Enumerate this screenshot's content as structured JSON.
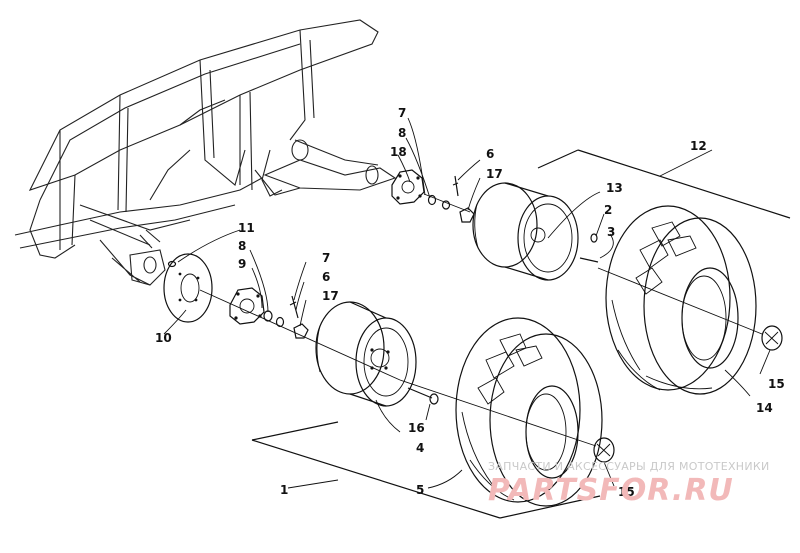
{
  "watermark": {
    "caption": "ЗАПЧАСТИ И АКСЕССУАРЫ ДЛЯ МОТОТЕХНИКИ",
    "brand": "PARTSFOR.RU"
  },
  "callouts": [
    {
      "id": "c1",
      "text": "1"
    },
    {
      "id": "c2",
      "text": "2"
    },
    {
      "id": "c3",
      "text": "3"
    },
    {
      "id": "c4",
      "text": "4"
    },
    {
      "id": "c5",
      "text": "5"
    },
    {
      "id": "c6a",
      "text": "6"
    },
    {
      "id": "c6b",
      "text": "6"
    },
    {
      "id": "c7a",
      "text": "7"
    },
    {
      "id": "c7b",
      "text": "7"
    },
    {
      "id": "c8a",
      "text": "8"
    },
    {
      "id": "c8b",
      "text": "8"
    },
    {
      "id": "c9",
      "text": "9"
    },
    {
      "id": "c10",
      "text": "10"
    },
    {
      "id": "c11",
      "text": "11"
    },
    {
      "id": "c12",
      "text": "12"
    },
    {
      "id": "c13",
      "text": "13"
    },
    {
      "id": "c14",
      "text": "14"
    },
    {
      "id": "c15a",
      "text": "15"
    },
    {
      "id": "c15b",
      "text": "15"
    },
    {
      "id": "c16",
      "text": "16"
    },
    {
      "id": "c17a",
      "text": "17"
    },
    {
      "id": "c17b",
      "text": "17"
    },
    {
      "id": "c18",
      "text": "18"
    }
  ]
}
